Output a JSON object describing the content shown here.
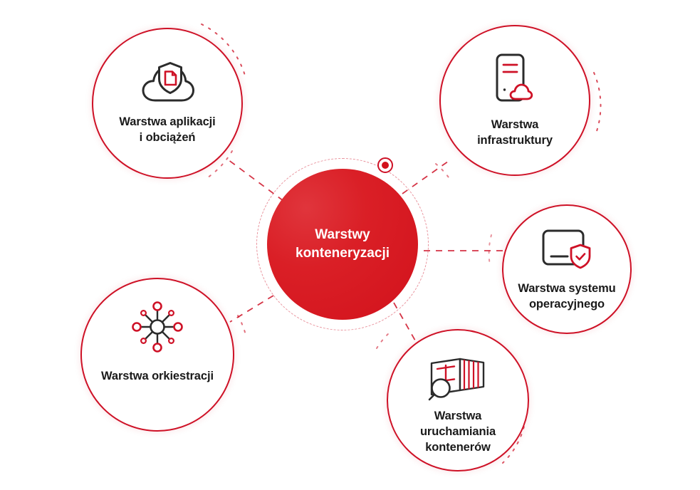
{
  "diagram": {
    "title": "Warstwy konteneryzacji",
    "hub": {
      "label": "Warstwy\nkonteneryzacji",
      "color": "#D2121C",
      "text_color": "#FFFFFF"
    },
    "accent_color": "#CE1126",
    "icon_dark_color": "#2B2B2B",
    "background": "#FFFFFF",
    "nodes": [
      {
        "id": "app",
        "label": "Warstwa aplikacji\ni obciążeń",
        "line1": "Warstwa aplikacji",
        "line2": "i obciążeń",
        "icon": "cloud-shield-document-icon",
        "position": "top-left"
      },
      {
        "id": "infrastructure",
        "label": "Warstwa\ninfrastruktury",
        "line1": "Warstwa",
        "line2": "infrastruktury",
        "icon": "server-cloud-icon",
        "position": "top-right"
      },
      {
        "id": "os",
        "label": "Warstwa systemu\noperacyjnego",
        "line1": "Warstwa systemu",
        "line2": "operacyjnego",
        "icon": "monitor-shield-check-icon",
        "position": "right"
      },
      {
        "id": "runtime",
        "label": "Warstwa\nuruchamiania\nkontenerów",
        "line1": "Warstwa",
        "line2": "uruchamiania",
        "line3": "kontenerów",
        "icon": "shipping-container-magnifier-icon",
        "position": "bottom"
      },
      {
        "id": "orchestration",
        "label": "Warstwa orkiestracji",
        "line1": "Warstwa orkiestracji",
        "icon": "node-network-hub-icon",
        "position": "bottom-left"
      }
    ],
    "connectors": [
      {
        "from": "hub",
        "to": "app",
        "style": "dashed"
      },
      {
        "from": "hub",
        "to": "infrastructure",
        "style": "dashed"
      },
      {
        "from": "hub",
        "to": "os",
        "style": "dashed"
      },
      {
        "from": "hub",
        "to": "runtime",
        "style": "dashed"
      },
      {
        "from": "hub",
        "to": "orchestration",
        "style": "dashed"
      }
    ]
  }
}
